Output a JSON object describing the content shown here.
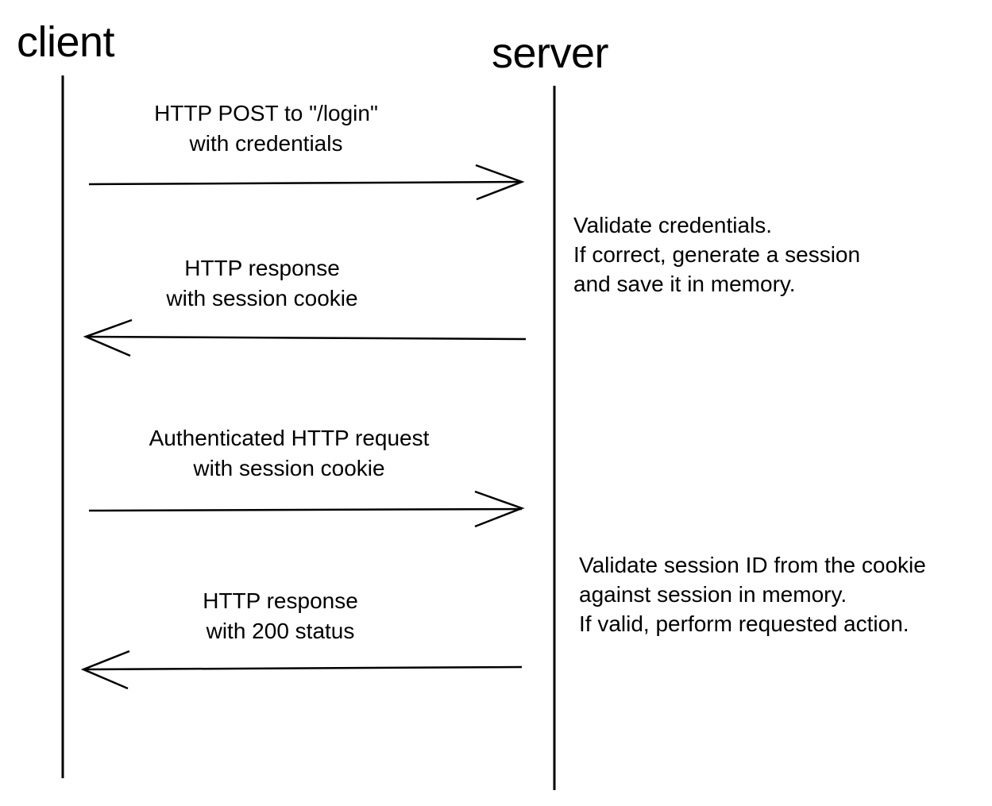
{
  "diagram": {
    "type": "sequence-diagram",
    "colors": {
      "ink": "#000000",
      "background": "#ffffff"
    },
    "actors": [
      {
        "label": "client"
      },
      {
        "label": "server"
      }
    ],
    "messages": [
      {
        "from": "client",
        "to": "server",
        "direction": "right",
        "lines": [
          "HTTP POST to \"/login\"",
          "with credentials"
        ]
      },
      {
        "from": "server",
        "to": "client",
        "direction": "left",
        "lines": [
          "HTTP response",
          "with session cookie"
        ]
      },
      {
        "from": "client",
        "to": "server",
        "direction": "right",
        "lines": [
          "Authenticated HTTP request",
          "with session cookie"
        ]
      },
      {
        "from": "server",
        "to": "client",
        "direction": "left",
        "lines": [
          "HTTP response",
          "with 200 status"
        ]
      }
    ],
    "server_notes": [
      {
        "lines": [
          "Validate credentials.",
          "If correct, generate a session",
          "and save it in memory."
        ]
      },
      {
        "lines": [
          "Validate session ID from the cookie",
          "against session in memory.",
          "If valid, perform requested action."
        ]
      }
    ]
  }
}
